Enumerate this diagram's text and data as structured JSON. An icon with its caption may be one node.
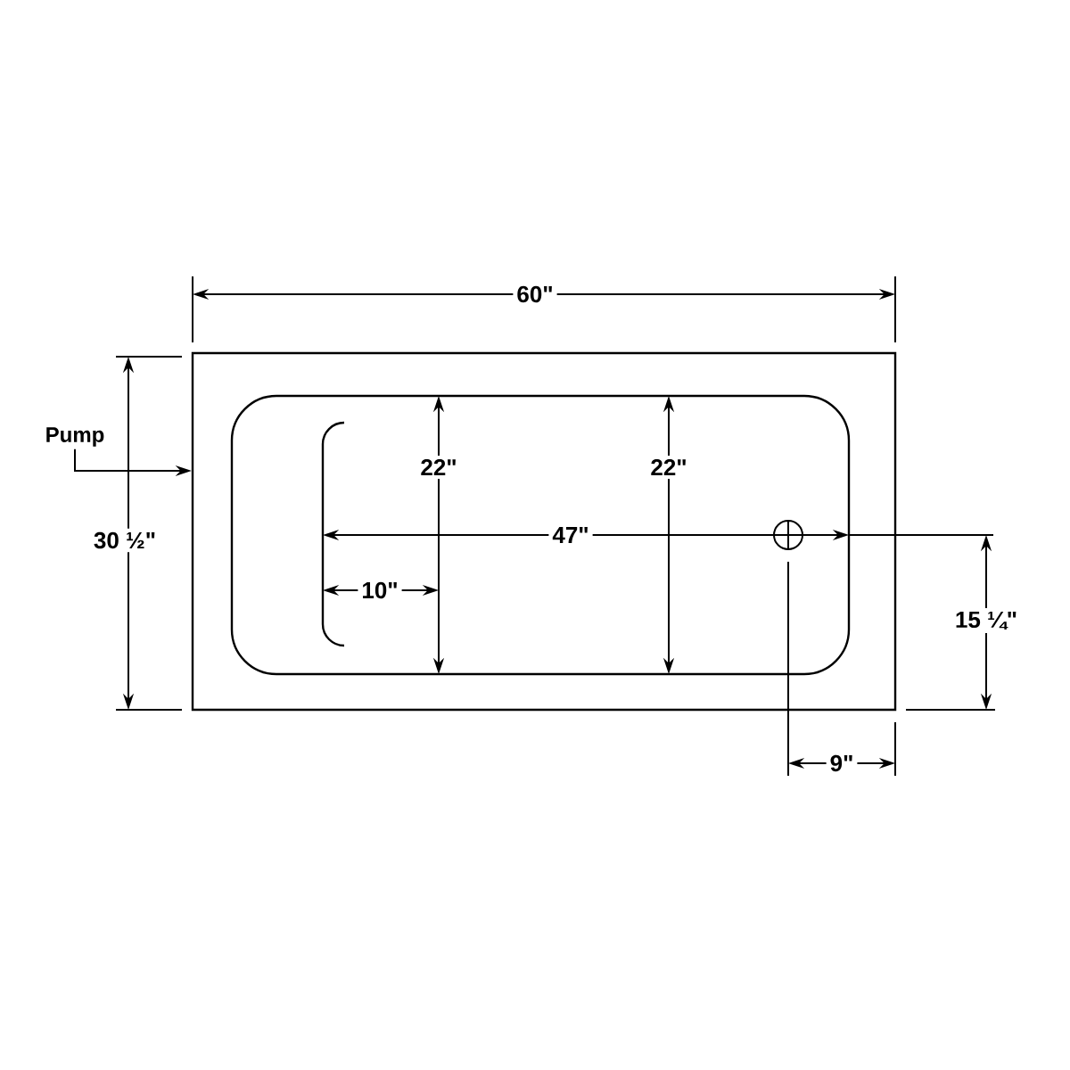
{
  "diagram": {
    "nodes": [
      {
        "text": [
          "Pump"
        ]
      },
      {
        "text": [],
        "shape": "box"
      }
    ],
    "edges": [
      {
        "from": 0,
        "to": 1,
        "arrow": "to"
      }
    ],
    "labels": [
      "60\"",
      "30 ½\"",
      "22\"",
      "22\"",
      "47\"",
      "10\"",
      "15 ¼\"",
      "9\""
    ]
  }
}
